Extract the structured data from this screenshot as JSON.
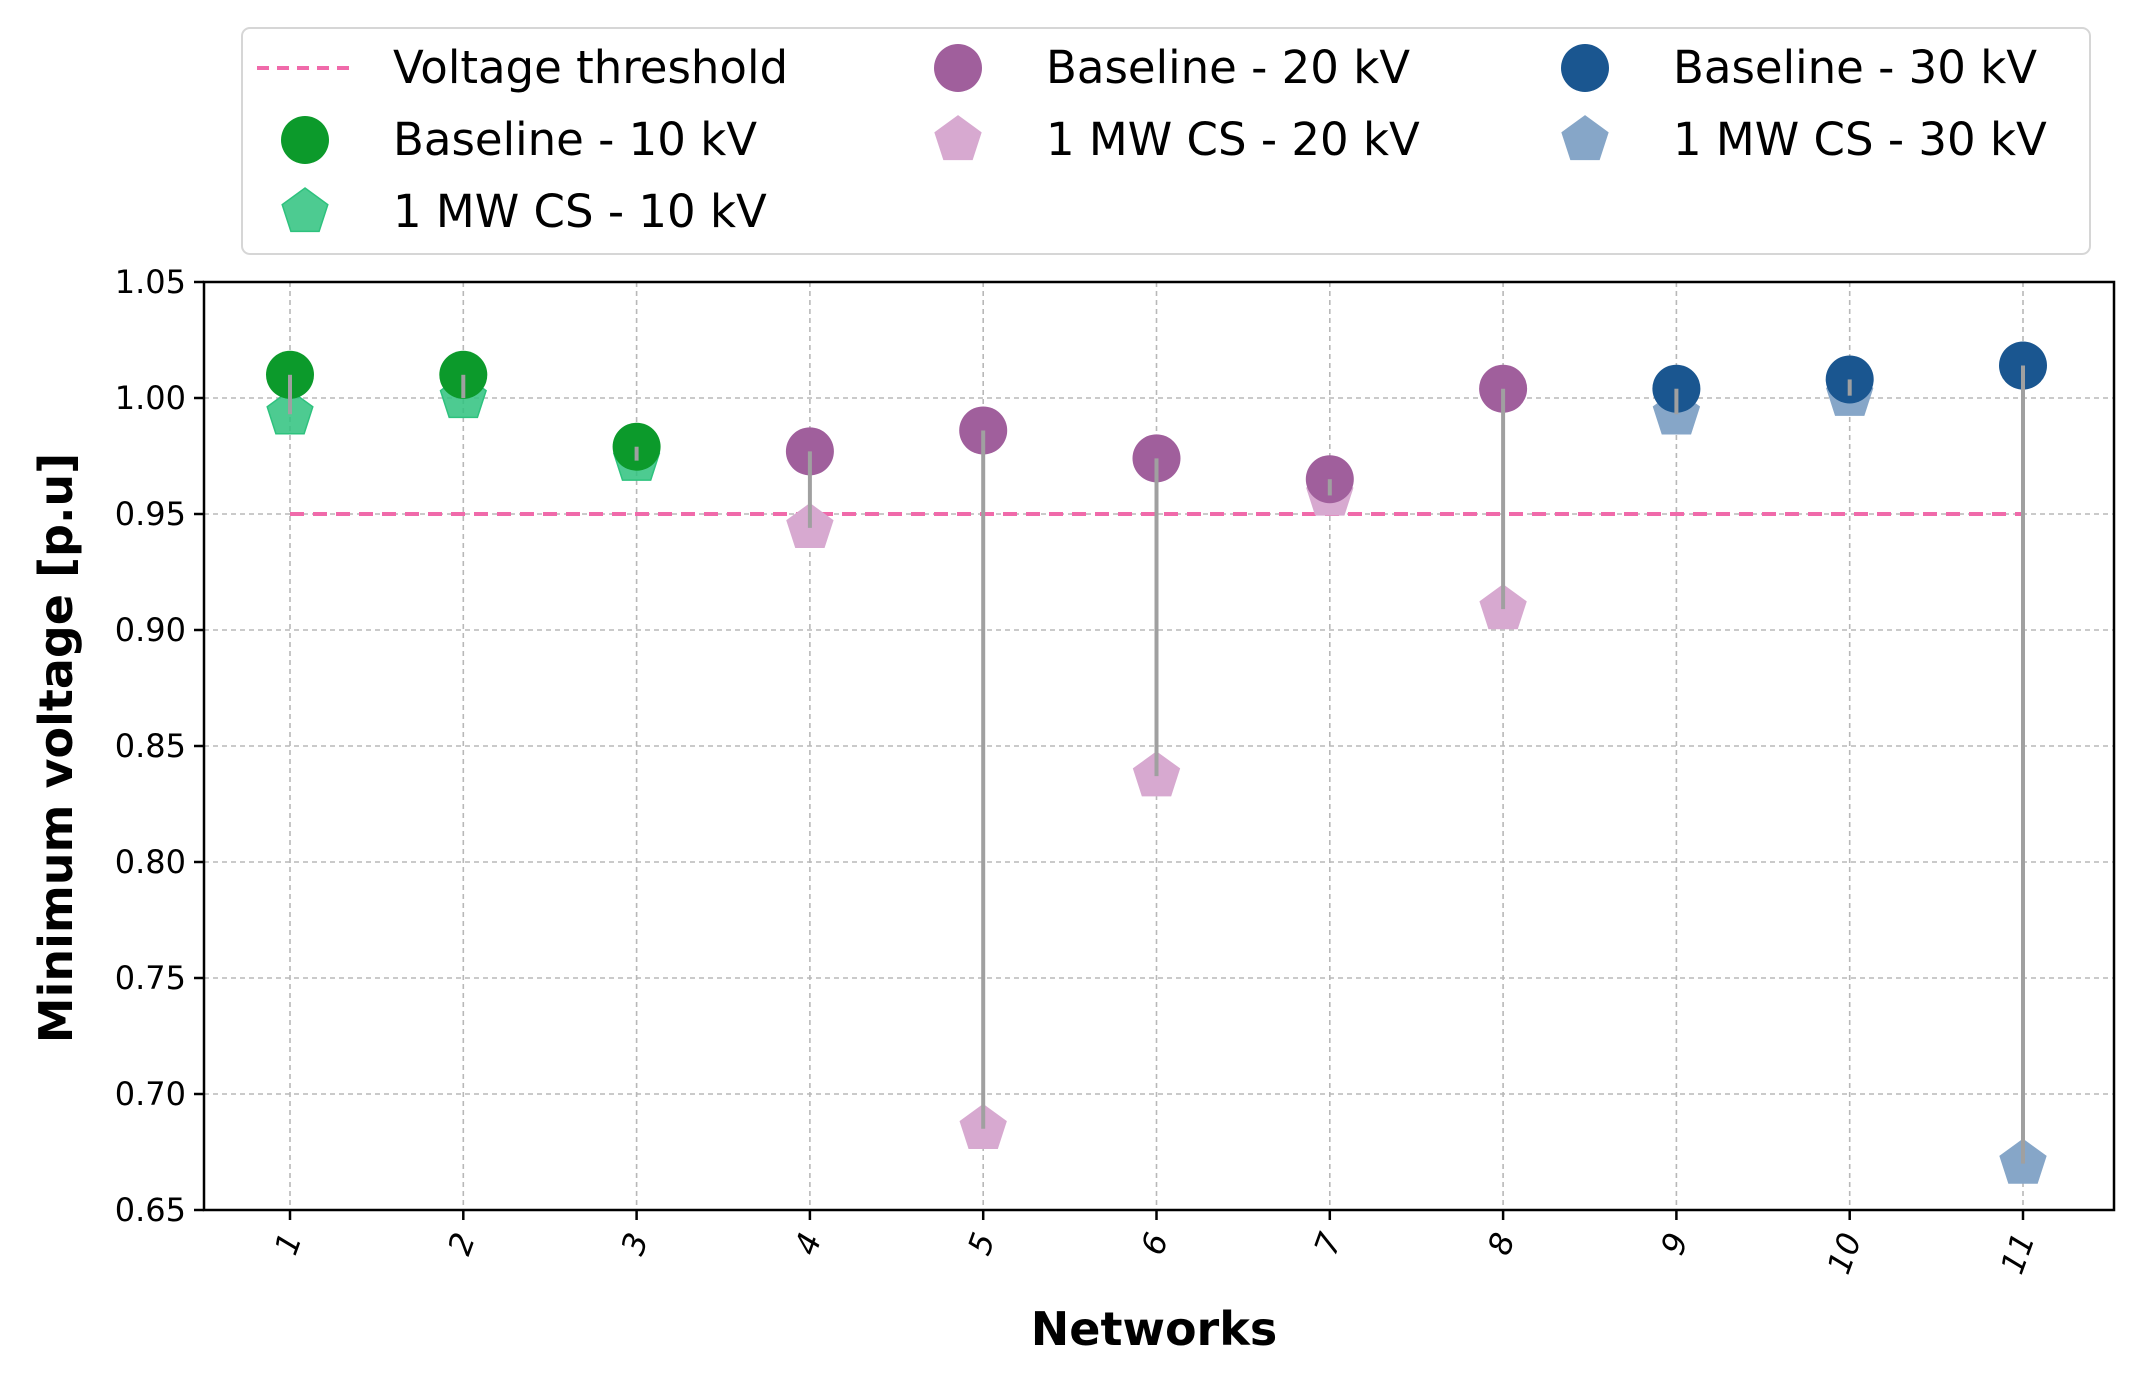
{
  "chart_data": {
    "type": "scatter",
    "title": "",
    "xlabel": "Networks",
    "ylabel": "Minimum voltage [p.u]",
    "categories": [
      "1",
      "2",
      "3",
      "4",
      "5",
      "6",
      "7",
      "8",
      "9",
      "10",
      "11"
    ],
    "ylim": [
      0.65,
      1.05
    ],
    "yticks": [
      "0.65",
      "0.70",
      "0.75",
      "0.80",
      "0.85",
      "0.90",
      "0.95",
      "1.00",
      "1.05"
    ],
    "grid": true,
    "legend_position": "top",
    "threshold": {
      "name": "Voltage threshold",
      "value": 0.95,
      "color": "#f06aaa",
      "style": "dashed"
    },
    "series": [
      {
        "name": "Baseline - 10 kV",
        "marker": "circle",
        "color": "#0c9a2b",
        "opacity": 1.0,
        "x": [
          "1",
          "2",
          "3"
        ],
        "values": [
          1.01,
          1.01,
          0.979
        ]
      },
      {
        "name": "1 MW CS - 10 kV",
        "marker": "pentagon",
        "color": "#2ec27e",
        "opacity": 0.85,
        "x": [
          "1",
          "2",
          "3"
        ],
        "values": [
          0.993,
          1.0,
          0.973
        ]
      },
      {
        "name": "Baseline - 20 kV",
        "marker": "circle",
        "color": "#a05f9c",
        "opacity": 1.0,
        "x": [
          "4",
          "5",
          "6",
          "7",
          "8"
        ],
        "values": [
          0.977,
          0.986,
          0.974,
          0.965,
          1.004
        ]
      },
      {
        "name": "1 MW CS - 20 kV",
        "marker": "pentagon",
        "color": "#d7a9d0",
        "opacity": 1.0,
        "x": [
          "4",
          "5",
          "6",
          "7",
          "8"
        ],
        "values": [
          0.944,
          0.685,
          0.837,
          0.958,
          0.909
        ]
      },
      {
        "name": "Baseline - 30 kV",
        "marker": "circle",
        "color": "#1a5690",
        "opacity": 1.0,
        "x": [
          "9",
          "10",
          "11"
        ],
        "values": [
          1.004,
          1.008,
          1.014
        ]
      },
      {
        "name": "1 MW CS - 30 kV",
        "marker": "pentagon",
        "color": "#86a6c8",
        "opacity": 1.0,
        "x": [
          "9",
          "10",
          "11"
        ],
        "values": [
          0.993,
          1.001,
          0.67
        ]
      }
    ],
    "connector_color": "#a0a0a0"
  }
}
